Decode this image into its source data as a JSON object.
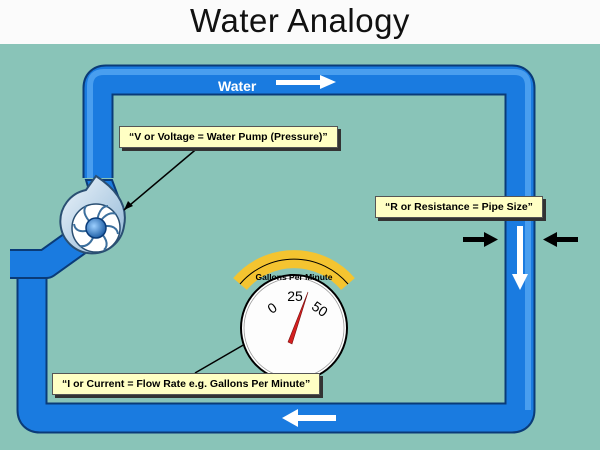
{
  "title": "Water Analogy",
  "pipe_label": "Water",
  "callouts": {
    "voltage": "“V or Voltage = Water Pump (Pressure)”",
    "resistance": "“R or Resistance = Pipe Size”",
    "current": "“I or Current = Flow Rate e.g. Gallons Per Minute”"
  },
  "gauge": {
    "label": "Gallons Per Minute",
    "tick_labels": [
      "0",
      "25",
      "50"
    ]
  },
  "colors": {
    "background": "#89c4b8",
    "pipe": "#1a7be0",
    "callout_fill": "#ffffc4",
    "needle": "#d42020"
  },
  "icons": [
    "water-pump-icon",
    "flow-gauge-icon",
    "flow-arrow-icon",
    "pinch-arrow-icon"
  ]
}
